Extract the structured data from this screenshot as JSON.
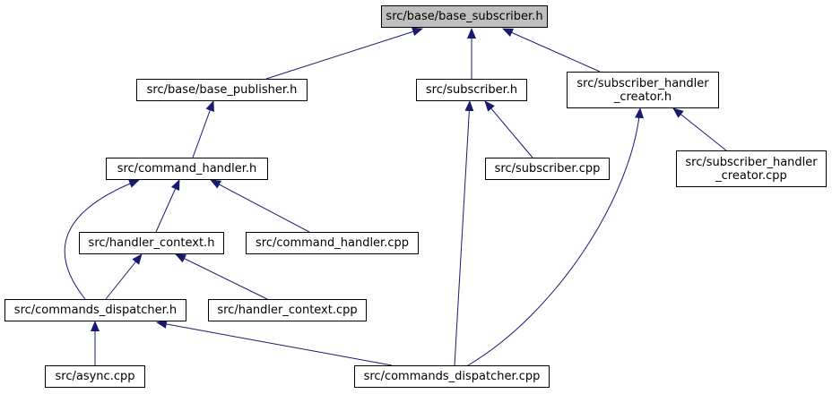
{
  "colors": {
    "edge": "#191970",
    "root_fill": "#bfbfbf",
    "node_fill": "#ffffff",
    "border": "#000000"
  },
  "nodes": {
    "base_subscriber_h": "src/base/base_subscriber.h",
    "base_publisher_h": "src/base/base_publisher.h",
    "subscriber_h": "src/subscriber.h",
    "subscriber_handler_creator_h": [
      "src/subscriber_handler",
      "_creator.h"
    ],
    "command_handler_h": "src/command_handler.h",
    "subscriber_cpp": "src/subscriber.cpp",
    "subscriber_handler_creator_cpp": [
      "src/subscriber_handler",
      "_creator.cpp"
    ],
    "handler_context_h": "src/handler_context.h",
    "command_handler_cpp": "src/command_handler.cpp",
    "commands_dispatcher_h": "src/commands_dispatcher.h",
    "handler_context_cpp": "src/handler_context.cpp",
    "async_cpp": "src/async.cpp",
    "commands_dispatcher_cpp": "src/commands_dispatcher.cpp"
  },
  "edges": [
    {
      "from": "base_publisher_h",
      "to": "base_subscriber_h"
    },
    {
      "from": "subscriber_h",
      "to": "base_subscriber_h"
    },
    {
      "from": "subscriber_handler_creator_h",
      "to": "base_subscriber_h"
    },
    {
      "from": "command_handler_h",
      "to": "base_publisher_h"
    },
    {
      "from": "subscriber_cpp",
      "to": "subscriber_h"
    },
    {
      "from": "commands_dispatcher_cpp",
      "to": "subscriber_h"
    },
    {
      "from": "subscriber_handler_creator_cpp",
      "to": "subscriber_handler_creator_h"
    },
    {
      "from": "commands_dispatcher_cpp",
      "to": "subscriber_handler_creator_h"
    },
    {
      "from": "handler_context_h",
      "to": "command_handler_h"
    },
    {
      "from": "command_handler_cpp",
      "to": "command_handler_h"
    },
    {
      "from": "commands_dispatcher_h",
      "to": "command_handler_h"
    },
    {
      "from": "commands_dispatcher_h",
      "to": "handler_context_h"
    },
    {
      "from": "handler_context_cpp",
      "to": "handler_context_h"
    },
    {
      "from": "async_cpp",
      "to": "commands_dispatcher_h"
    },
    {
      "from": "commands_dispatcher_cpp",
      "to": "commands_dispatcher_h"
    }
  ]
}
